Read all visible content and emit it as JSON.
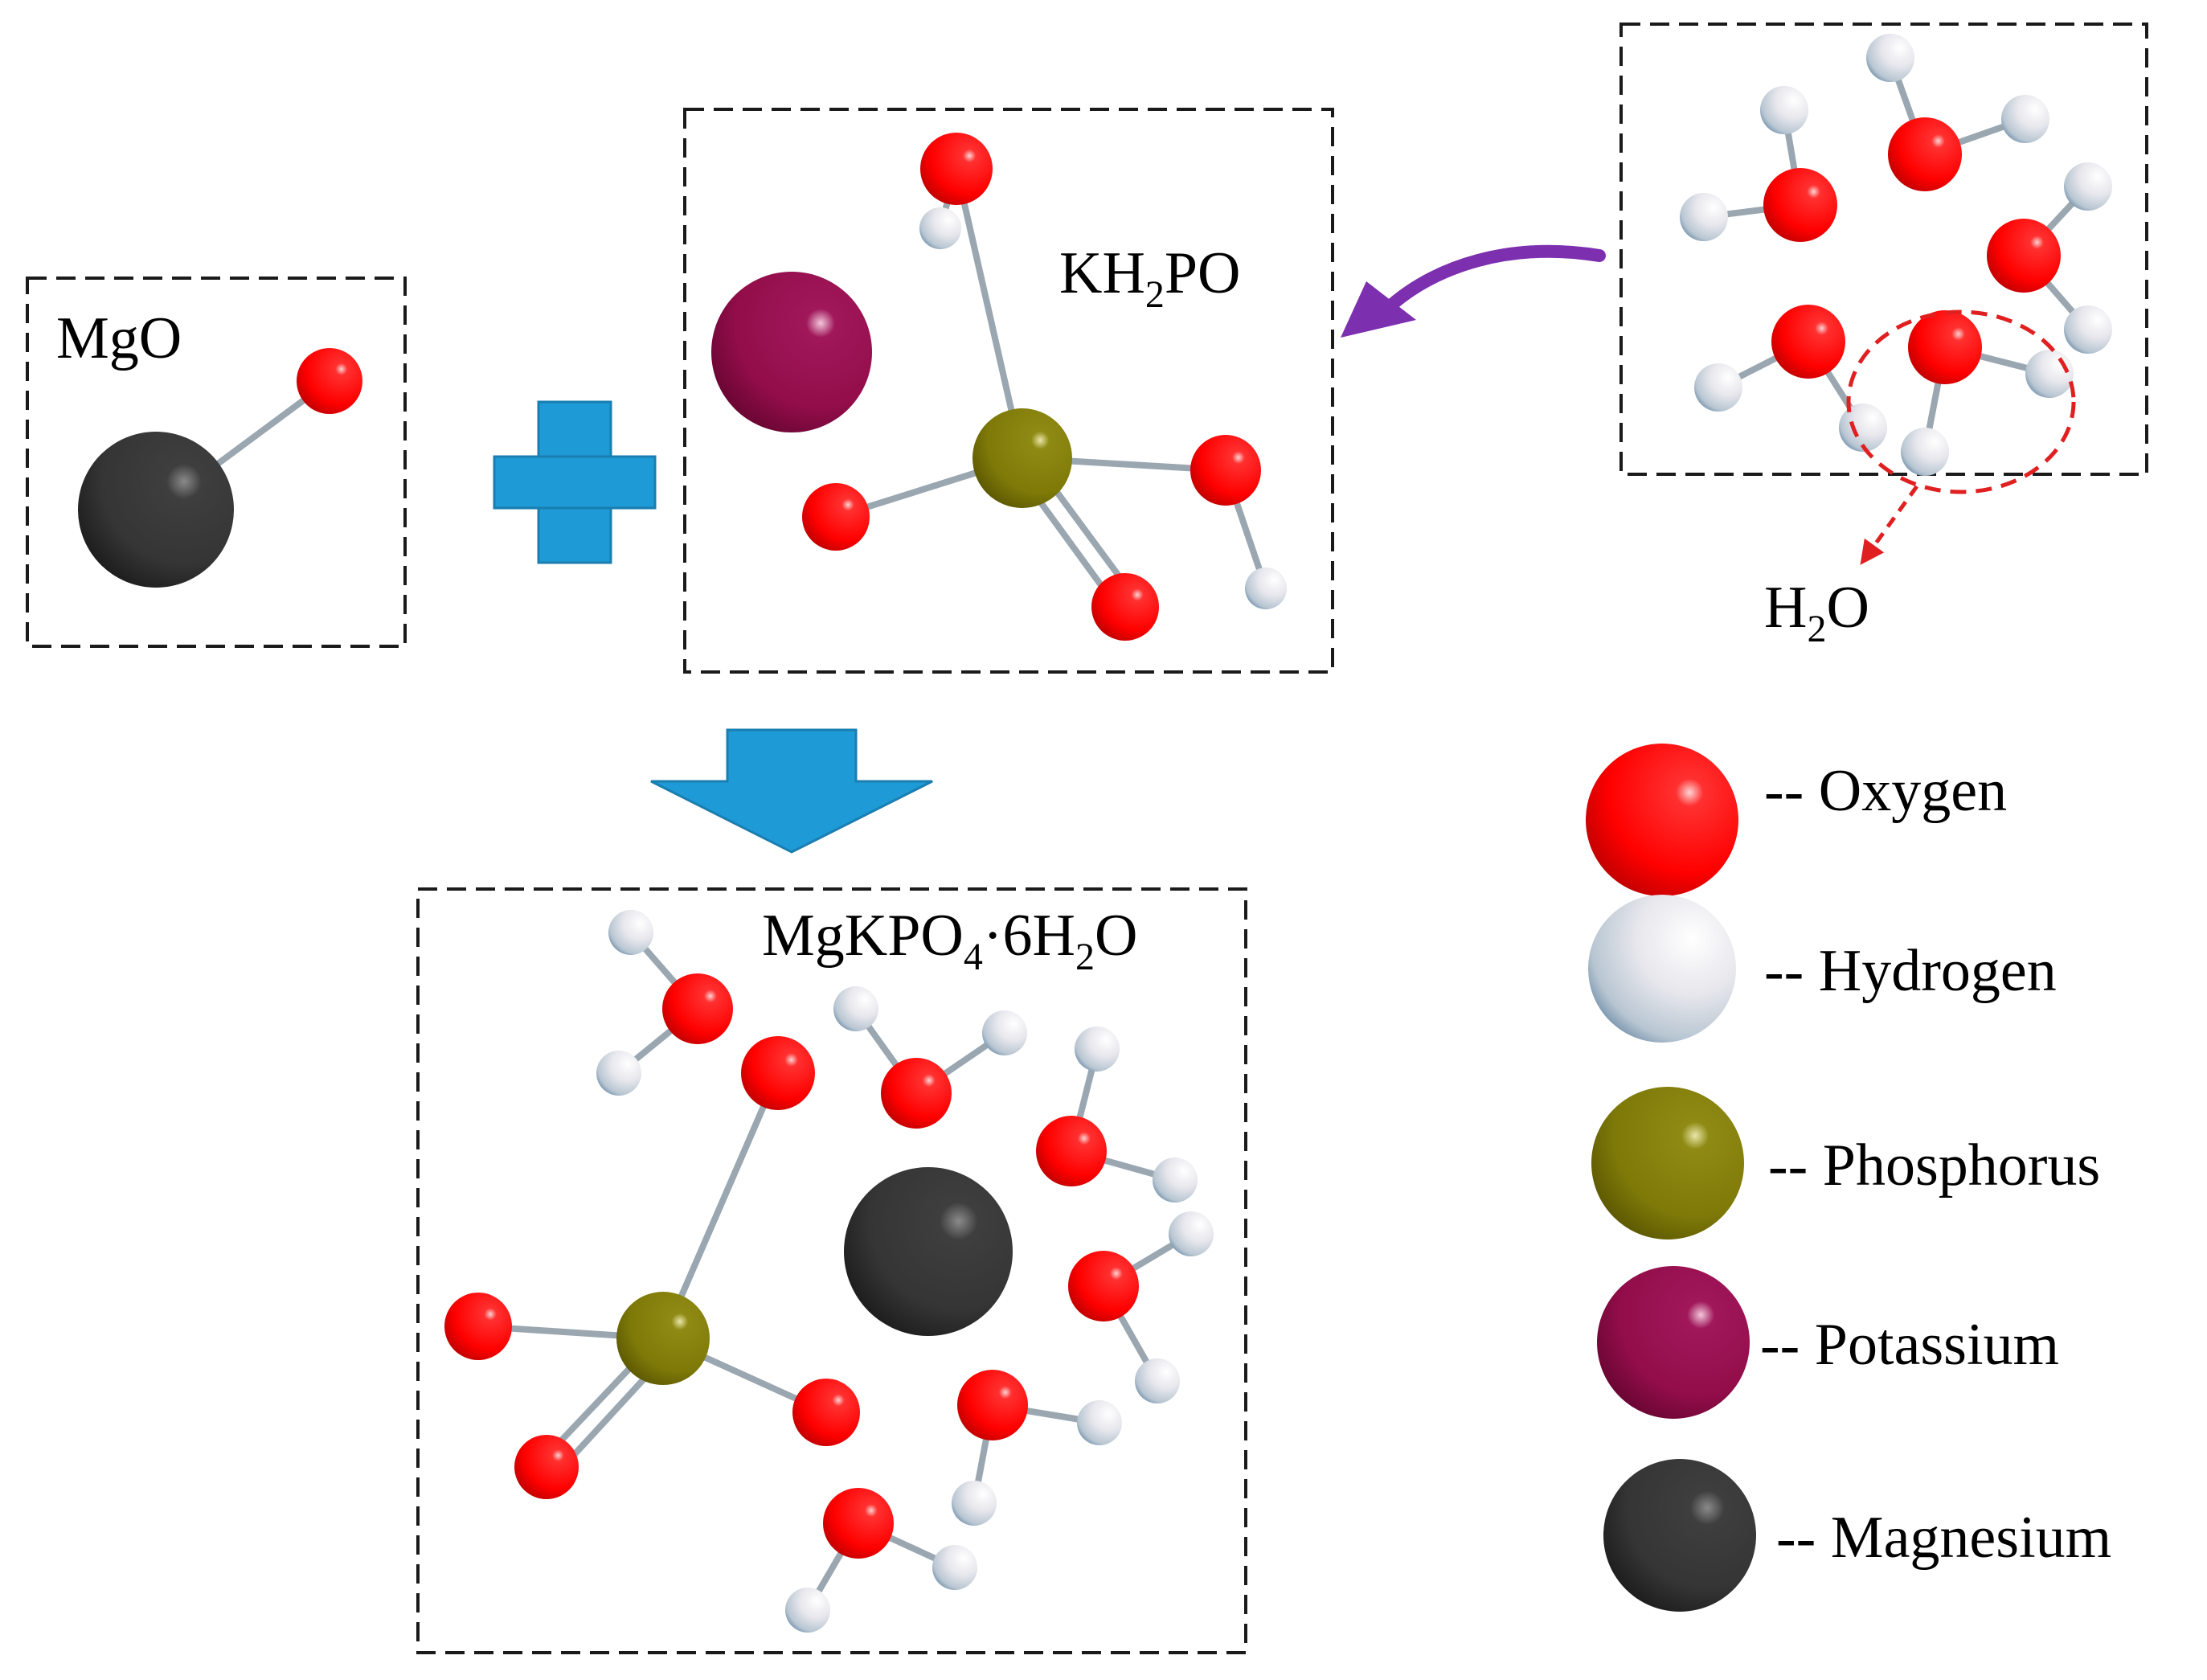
{
  "colors": {
    "oxygen": "#ff0000",
    "hydrogen": "#e8e8ee",
    "phosphorus": "#7f7a08",
    "potassium": "#930d4a",
    "magnesium": "#353535",
    "arrow_blue": "#1e9ad6",
    "arrow_purple": "#7c2fae",
    "highlight_red": "#e02020"
  },
  "labels": {
    "mgo": "MgO",
    "kh2po_k": "KH",
    "kh2po_sub": "2",
    "kh2po_po": "PO",
    "h2o_h": "H",
    "h2o_sub": "2",
    "h2o_o": "O",
    "product_a": "MgKPO",
    "product_sub1": "4",
    "product_b": "·6H",
    "product_sub2": "2",
    "product_c": "O"
  },
  "legend": [
    {
      "label": "-- Oxygen",
      "element": "oxygen"
    },
    {
      "label": "-- Hydrogen",
      "element": "hydrogen"
    },
    {
      "label": "-- Phosphorus",
      "element": "phosphorus"
    },
    {
      "label": "-- Potassium",
      "element": "potassium"
    },
    {
      "label": "-- Magnesium",
      "element": "magnesium"
    }
  ]
}
